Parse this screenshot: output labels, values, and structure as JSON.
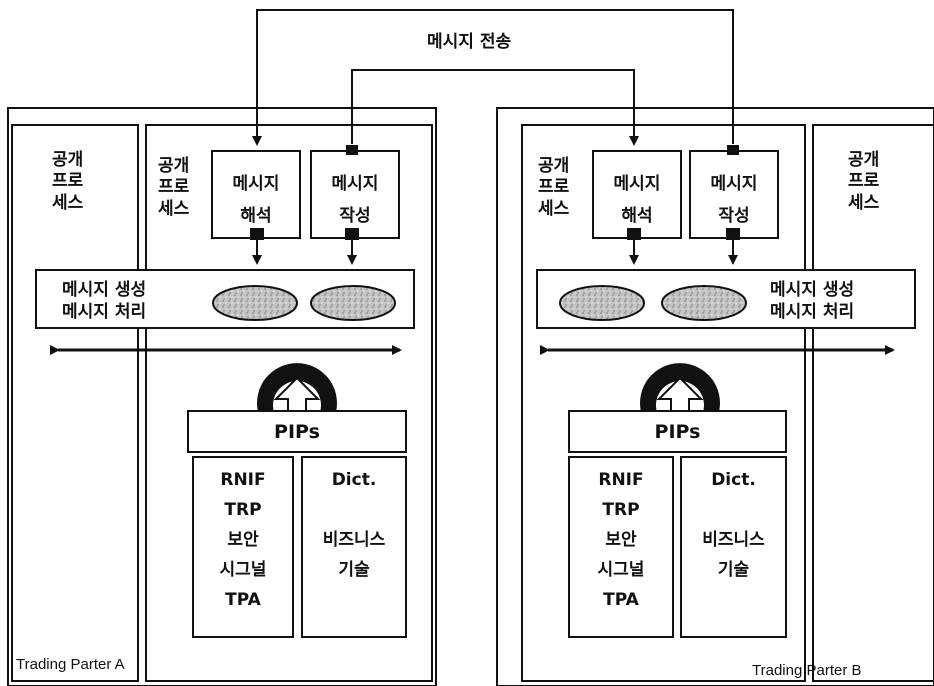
{
  "title": "메시지 전송",
  "partners": [
    {
      "label": "Trading Parter A",
      "public_process_outer": [
        "공개",
        "프로",
        "세스"
      ],
      "public_process_inner": [
        "공개",
        "프로",
        "세스"
      ],
      "box_parse": [
        "메시지",
        "해석"
      ],
      "box_compose": [
        "메시지",
        "작성"
      ],
      "msg_bar": [
        "메시지 생성",
        "메시지 처리"
      ],
      "pips": "PIPs",
      "left_list": [
        "RNIF",
        "TRP",
        "보안",
        "시그널",
        "TPA"
      ],
      "right_list": [
        "Dict.",
        "비즈니스",
        "기술"
      ]
    },
    {
      "label": "Trading Parter B",
      "public_process_outer": [
        "공개",
        "프로",
        "세스"
      ],
      "public_process_inner": [
        "공개",
        "프로",
        "세스"
      ],
      "box_parse": [
        "메시지",
        "해석"
      ],
      "box_compose": [
        "메시지",
        "작성"
      ],
      "msg_bar": [
        "메시지 생성",
        "메시지 처리"
      ],
      "pips": "PIPs",
      "left_list": [
        "RNIF",
        "TRP",
        "보안",
        "시그널",
        "TPA"
      ],
      "right_list": [
        "Dict.",
        "비즈니스",
        "기술"
      ]
    }
  ],
  "colors": {
    "line": "#111111",
    "ellipse_fill": "#b8b8b8",
    "background": "#ffffff"
  }
}
